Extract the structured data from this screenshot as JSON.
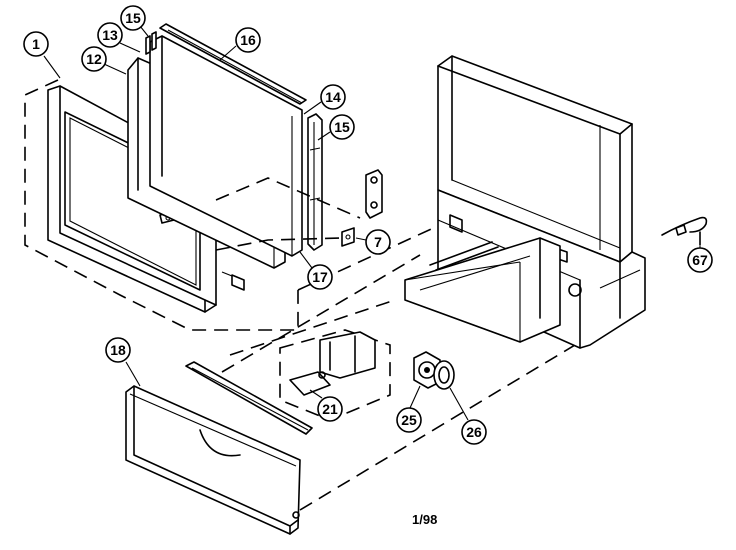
{
  "callouts": {
    "c1": "1",
    "c12": "12",
    "c13": "13",
    "c15a": "15",
    "c16": "16",
    "c14": "14",
    "c15b": "15",
    "c7": "7",
    "c17": "17",
    "c18": "18",
    "c21": "21",
    "c25": "25",
    "c26": "26",
    "c67": "67"
  },
  "page_code": "1/98"
}
